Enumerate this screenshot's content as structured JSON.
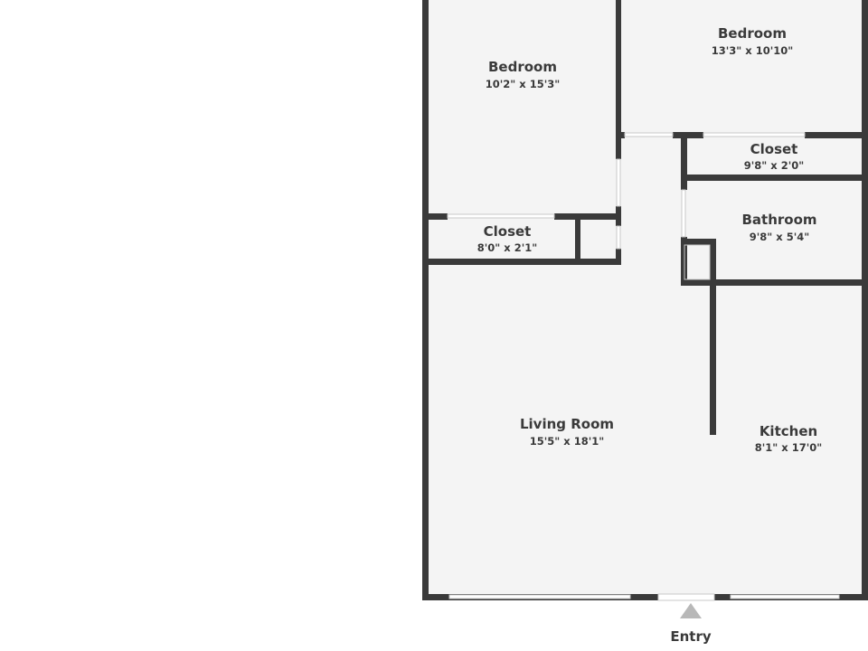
{
  "colors": {
    "wall": "#3a3a3a",
    "floor": "#f4f4f4",
    "window": "#ffffff",
    "entry_marker": "#b8b8b8",
    "background": "#ffffff"
  },
  "rooms": [
    {
      "id": "bedroom-1",
      "name": "Bedroom",
      "dimensions": "10'2\" x 15'3\""
    },
    {
      "id": "bedroom-2",
      "name": "Bedroom",
      "dimensions": "13'3\" x 10'10\""
    },
    {
      "id": "closet-1",
      "name": "Closet",
      "dimensions": "9'8\" x 2'0\""
    },
    {
      "id": "bathroom",
      "name": "Bathroom",
      "dimensions": "9'8\" x 5'4\""
    },
    {
      "id": "closet-2",
      "name": "Closet",
      "dimensions": "8'0\" x 2'1\""
    },
    {
      "id": "living-room",
      "name": "Living Room",
      "dimensions": "15'5\" x 18'1\""
    },
    {
      "id": "kitchen",
      "name": "Kitchen",
      "dimensions": "8'1\" x 17'0\""
    }
  ],
  "entry": {
    "label": "Entry"
  }
}
